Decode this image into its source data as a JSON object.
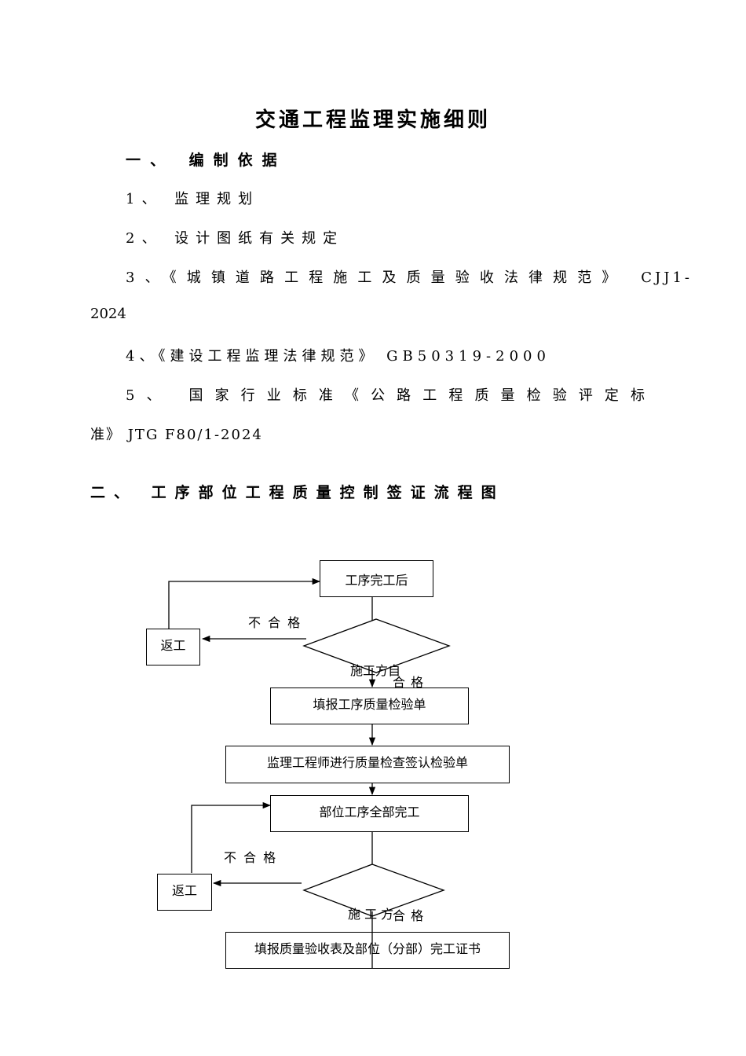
{
  "doc": {
    "title": "交通工程监理实施细则",
    "section1": {
      "heading": "一、 编制依据",
      "items": [
        "1、 监理规划",
        "2、 设计图纸有关规定",
        "3、《城镇道路工程施工及质量验收法律规范》 CJJ1-",
        "2024",
        "4、《建设工程监理法律规范》 GB50319-2000",
        "5、 国家行业标准《公路工程质量检验评定标",
        "准》 JTG F80/1-2024"
      ]
    },
    "section2": {
      "heading": "二、 工序部位工程质量控制签证流程图"
    }
  },
  "flow": {
    "start": "工序完工后",
    "rework1": "返工",
    "fail1": "不 合 格",
    "decision1": "施工方自",
    "pass1": "合 格",
    "step_fill": "填报工序质量检验单",
    "step_inspect": "监理工程师进行质量检查签认检验单",
    "step_complete": "部位工序全部完工",
    "rework2": "返工",
    "fail2": "不 合 格",
    "decision2": "施 工 方",
    "pass2": "合 格",
    "step_cert": "填报质量验收表及部位（分部）完工证书"
  }
}
